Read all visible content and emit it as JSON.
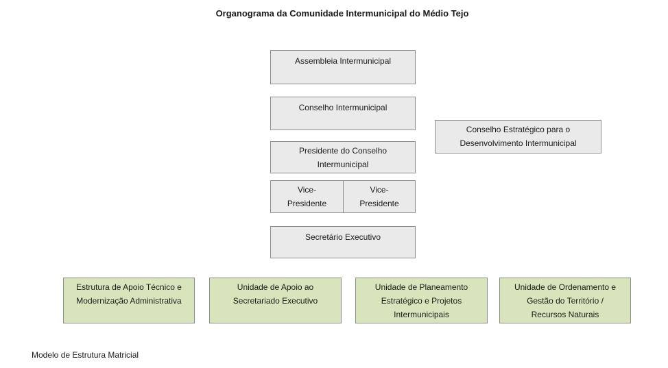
{
  "title": "Organograma da Comunidade Intermunicipal do Médio Tejo",
  "boxes": {
    "assembleia": "Assembleia Intermunicipal",
    "conselho": "Conselho Intermunicipal",
    "presidente_l1": "Presidente do Conselho",
    "presidente_l2": "Intermunicipal",
    "vice1_l1": "Vice-",
    "vice1_l2": "Presidente",
    "vice2_l1": "Vice-",
    "vice2_l2": "Presidente",
    "secretario": "Secretário Executivo",
    "estrategico_l1": "Conselho Estratégico para o",
    "estrategico_l2": "Desenvolvimento Intermunicipal"
  },
  "units": [
    {
      "l1": "Estrutura de Apoio Técnico e",
      "l2": "Modernização Administrativa",
      "l3": ""
    },
    {
      "l1": "Unidade de Apoio ao",
      "l2": "Secretariado Executivo",
      "l3": ""
    },
    {
      "l1": "Unidade de Planeamento",
      "l2": "Estratégico e Projetos",
      "l3": "Intermunicipais"
    },
    {
      "l1": "Unidade de Ordenamento e",
      "l2": "Gestão do Território /",
      "l3": "Recursos Naturais"
    }
  ],
  "footer": "Modelo de Estrutura Matricial",
  "colors": {
    "governance_box": "#eaeaea",
    "unit_box": "#d8e4bc",
    "border": "#8c8c8c"
  }
}
